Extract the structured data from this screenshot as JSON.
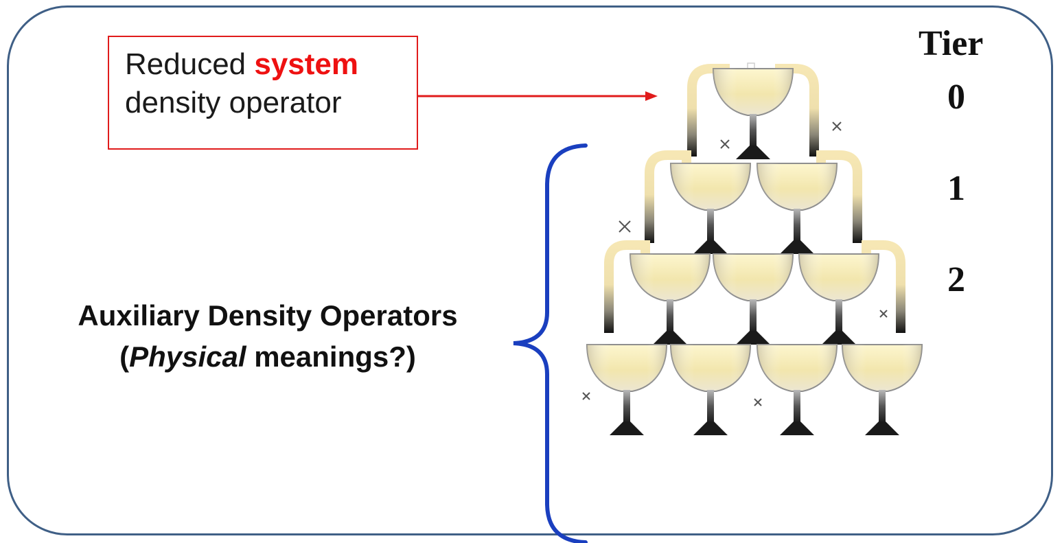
{
  "callout": {
    "line1_prefix": "Reduced ",
    "line1_highlight": "system",
    "line2": "density operator"
  },
  "auxiliary": {
    "line1": "Auxiliary Density Operators",
    "line2_open": "(",
    "line2_italic": "Physical",
    "line2_rest": " meanings?)"
  },
  "tiers": {
    "header": "Tier",
    "labels": [
      "0",
      "1",
      "2"
    ]
  },
  "glass_rows": [
    1,
    2,
    3,
    4
  ],
  "colors": {
    "frame": "#3f5f86",
    "callout_border": "#e01b1b",
    "highlight": "#ee1111",
    "arrow": "#e01b1b",
    "brace": "#1a3fbf"
  }
}
